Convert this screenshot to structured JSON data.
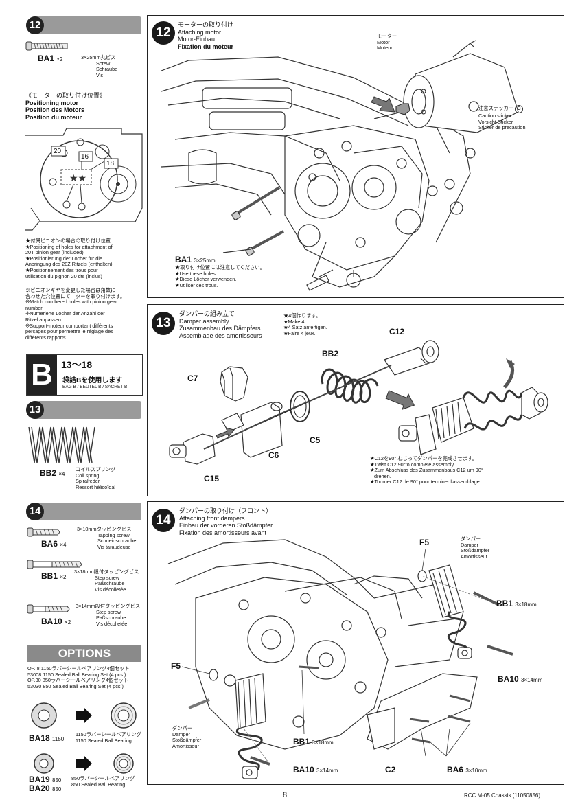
{
  "sidebar": {
    "step12": {
      "num": "12",
      "part": {
        "code": "BA1",
        "qty": "×2",
        "desc": [
          "3×25mm丸ビス",
          "Screw",
          "Schraube",
          "Vis"
        ]
      },
      "positioning": {
        "title": [
          "《モーターの取り付け位置》",
          "Positioning motor",
          "Position des Motors",
          "Position du moteur"
        ],
        "labels": [
          "20",
          "16",
          "18"
        ]
      },
      "note1": [
        "★付属ピニオンの場合の取り付け位置",
        "★Positioning of holes for attachment of",
        "20T pinion gear (included).",
        "★Positionierung der Löcher für die",
        "Anbringung des 20Z Ritzels (enthalten).",
        "★Positionnement des trous pour",
        "utilisation du pignon 20 dts (inclus)"
      ],
      "note2": [
        "※ピニオンギヤを変更した場合は角数に",
        "合わせた穴位置にて　ターを取り付けます。",
        "※Match numbered holes with pinion gear",
        "number.",
        "※Numerierte Löcher der Anzahl der",
        "Ritzel anpassen.",
        "※Support-moteur comportant différents",
        "perçages pour permettre le réglage des",
        "différents rapports."
      ]
    },
    "bag": {
      "letter": "B",
      "steps": "13～18",
      "jp": "袋詰Bを使用します",
      "sub": "BAG B / BEUTEL B / SACHET B"
    },
    "step13": {
      "num": "13",
      "part": {
        "code": "BB2",
        "qty": "×4",
        "desc": [
          "コイルスプリング",
          "Coil spring",
          "Spiralfeder",
          "Ressort hélicoïdal"
        ]
      }
    },
    "step14": {
      "num": "14",
      "parts": [
        {
          "code": "BA6",
          "qty": "×4",
          "desc": [
            "3×10mmタッピングビス",
            "Tapping screw",
            "Schneidschraube",
            "Vis taraudeuse"
          ]
        },
        {
          "code": "BB1",
          "qty": "×2",
          "desc": [
            "3×18mm段付タッピングビス",
            "Step screw",
            "Paßschraube",
            "Vis décolletée"
          ]
        },
        {
          "code": "BA10",
          "qty": "×2",
          "desc": [
            "3×14mm段付タッピングビス",
            "Step screw",
            "Paßschraube",
            "Vis décolletée"
          ]
        }
      ]
    },
    "options": {
      "title": "OPTIONS",
      "lines": [
        "OP. 8 1150ラバーシールベアリング4個セット",
        "53008 1150 Sealed Ball Bearing Set (4 pcs.)",
        "OP.30 850ラバーシールベアリング4個セット",
        "53030 850 Sealed Ball Bearing Set (4 pcs.)"
      ],
      "row1": {
        "code": "BA18",
        "size": "1150",
        "desc": [
          "1150ラバーシールベアリング",
          "1150 Sealed Ball Bearing"
        ]
      },
      "row2": {
        "codes": [
          "BA19",
          "BA20"
        ],
        "size": "850",
        "desc": [
          "850ラバーシールベアリング",
          "850 Sealed Ball Bearing"
        ]
      }
    }
  },
  "panel12": {
    "num": "12",
    "title": [
      "モーターの取り付け",
      "Attaching motor",
      "Motor-Einbau",
      "Fixation du moteur"
    ],
    "motor_label": [
      "モーター",
      "Motor",
      "Moteur"
    ],
    "caution": [
      "注意ステッカー",
      "Caution sticker",
      "Vorsicht Sticker",
      "Sticker de precaution"
    ],
    "caution_code": "C",
    "part": {
      "code": "BA1",
      "size": "3×25mm"
    },
    "notes": [
      "★取り付け位置には注意してください。",
      "★Use these holes.",
      "★Diese Löcher verwenden.",
      "★Utiliser ces trous."
    ]
  },
  "panel13": {
    "num": "13",
    "title": [
      "ダンパーの組み立て",
      "Damper assembly",
      "Zusammenbau des Dämpfers",
      "Assemblage des amortisseurs"
    ],
    "make": [
      "★4個作ります。",
      "★Make 4.",
      "★4 Satz anfertigen.",
      "★Faire 4 jeux."
    ],
    "labels": {
      "c12": "C12",
      "bb2": "BB2",
      "c7": "C7",
      "c5": "C5",
      "c6": "C6",
      "c15": "C15"
    },
    "notes": [
      "★C12を90° ねじってダンパーを完成させます。",
      "★Twist C12 90°to complete assembly.",
      "★Zum Abschluss des Zusammenbaus C12 um 90°",
      "drehen.",
      "★Tourner C12 de 90° pour terminer l'assemblage."
    ]
  },
  "panel14": {
    "num": "14",
    "title": [
      "ダンパーの取り付け（フロント）",
      "Attaching front dampers",
      "Einbau der vorderen Stoßdämpfer",
      "Fixation des amortisseurs avant"
    ],
    "damper_right": [
      "ダンパー",
      "Damper",
      "Stoßdämpfer",
      "Amortisseur"
    ],
    "damper_left": [
      "ダンパー",
      "Damper",
      "Stoßdämpfer",
      "Amortisseur"
    ],
    "labels": {
      "f5_top": "F5",
      "f5_left": "F5",
      "bb1_right": "BB1",
      "bb1_right_size": "3×18mm",
      "ba10_right": "BA10",
      "ba10_right_size": "3×14mm",
      "bb1_bottom": "BB1",
      "bb1_bottom_size": "3×18mm",
      "ba10_bottom": "BA10",
      "ba10_bottom_size": "3×14mm",
      "c2": "C2",
      "ba6": "BA6",
      "ba6_size": "3×10mm"
    }
  },
  "footer": {
    "page": "8",
    "model": "RCC M-05 Chassis (11050856)"
  }
}
